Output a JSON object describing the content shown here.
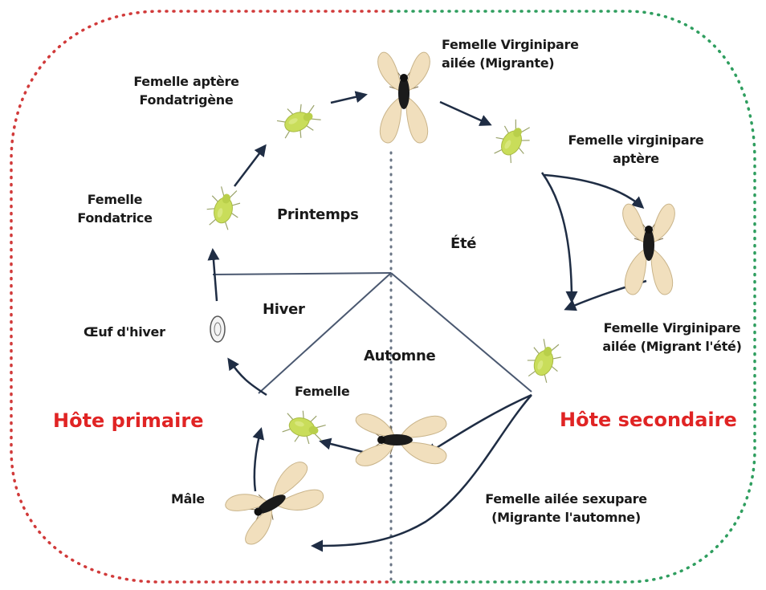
{
  "hosts": {
    "primary": "Hôte primaire",
    "secondary": "Hôte secondaire"
  },
  "seasons": {
    "spring": "Printemps",
    "summer": "Été",
    "winter": "Hiver",
    "autumn": "Automne"
  },
  "stages": {
    "fondatrigene": [
      "Femelle aptère",
      "Fondatrigène"
    ],
    "fondatrice": [
      "Femelle",
      "Fondatrice"
    ],
    "oeuf": "Œuf d'hiver",
    "virginipare_ailee": [
      "Femelle Virginipare",
      "ailée (Migrante)"
    ],
    "virginipare_aptere": [
      "Femelle virginipare",
      "aptère"
    ],
    "virginipare_ete": [
      "Femelle Virginipare",
      "ailée (Migrant l'été)"
    ],
    "femelle": "Femelle",
    "male": "Mâle",
    "sexupare": [
      "Femelle ailée sexupare",
      "(Migrante l'automne)"
    ]
  },
  "colors": {
    "primary_border": "#d13a3a",
    "secondary_border": "#2f9e5f",
    "host_text": "#e02424",
    "arrow": "#1f2d44",
    "aphid_green": "#c9dd5a",
    "wing": "#f1dfbd"
  }
}
